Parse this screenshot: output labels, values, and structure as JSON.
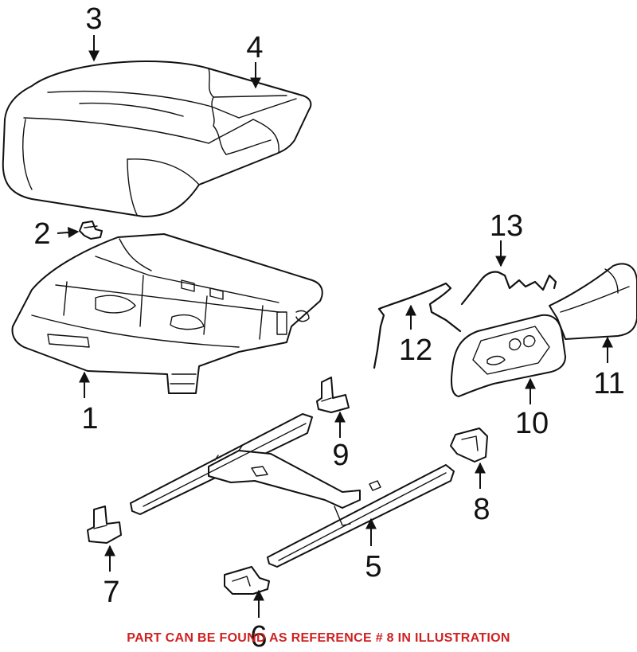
{
  "callouts": {
    "c1": "1",
    "c2": "2",
    "c3": "3",
    "c4": "4",
    "c5": "5",
    "c6": "6",
    "c7": "7",
    "c8": "8",
    "c9": "9",
    "c10": "10",
    "c11": "11",
    "c12": "12",
    "c13": "13"
  },
  "footer": {
    "note": "PART CAN BE FOUND AS REFERENCE # 8 IN ILLUSTRATION"
  },
  "colors": {
    "line": "#111111",
    "note": "#d02020",
    "background": "#ffffff"
  }
}
